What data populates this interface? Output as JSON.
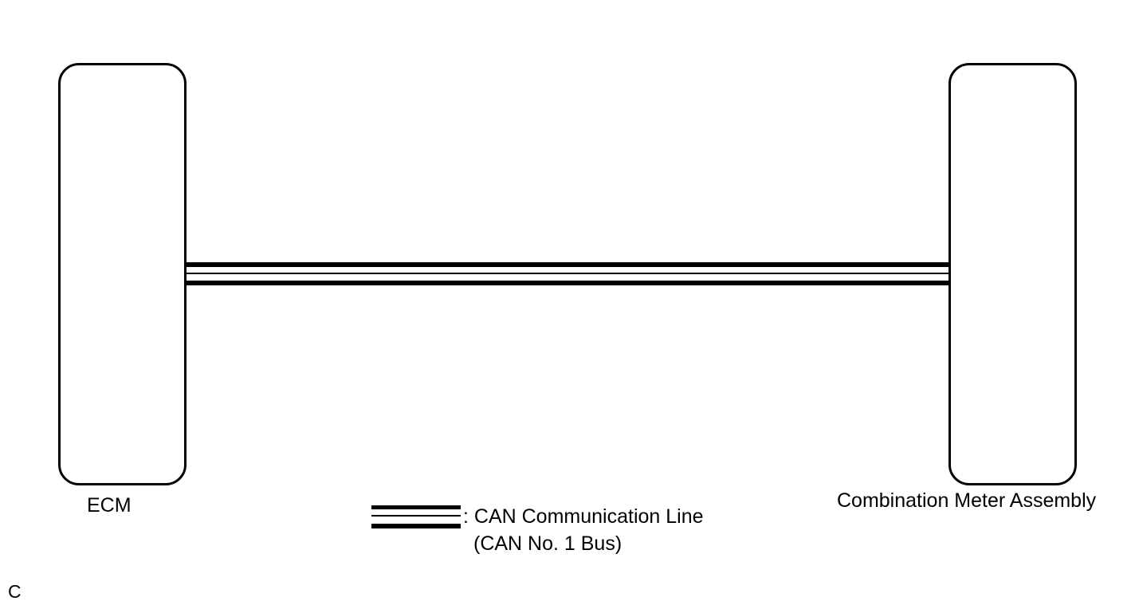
{
  "nodes": {
    "ecm": {
      "label": "ECM"
    },
    "combination_meter": {
      "label": "Combination Meter Assembly"
    }
  },
  "legend": {
    "line1": ": CAN Communication Line",
    "line2": "(CAN No. 1 Bus)"
  },
  "corner_code": "C"
}
